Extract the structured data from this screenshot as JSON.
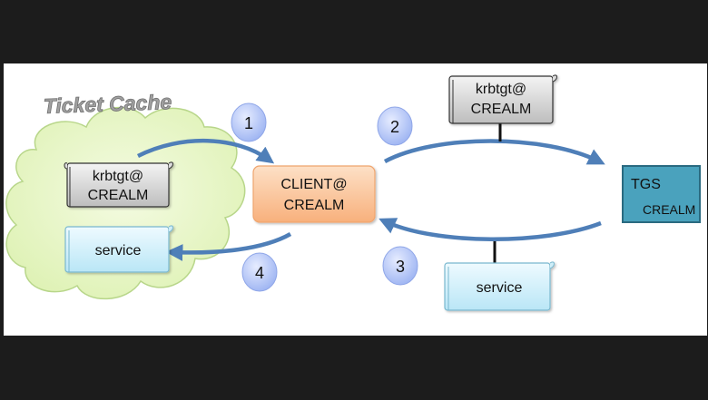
{
  "diagram": {
    "ticket_cache_label": "Ticket Cache",
    "cache_tgt_line1": "krbtgt@",
    "cache_tgt_line2": "CREALM",
    "cache_service": "service",
    "client_line1": "CLIENT@",
    "client_line2": "CREALM",
    "tgs_title": "TGS",
    "tgs_realm": "CREALM",
    "request_tgt_line1": "krbtgt@",
    "request_tgt_line2": "CREALM",
    "reply_service": "service",
    "steps": [
      "1",
      "2",
      "3",
      "4"
    ]
  },
  "colors": {
    "arrow": "#4f7fb8",
    "cloud_fill": "#e7f7c4",
    "cloud_stroke": "#b8d68a",
    "client_fill": "#fbc49a",
    "tgs_fill": "#4aa2bd",
    "service_fill": "#d2f1fb",
    "ticket_grey": "#cfcfcf",
    "step_circle": "#a9bef5"
  },
  "icons": [
    "scroll-ticket-icon",
    "cloud-shape",
    "arrow-icon"
  ]
}
